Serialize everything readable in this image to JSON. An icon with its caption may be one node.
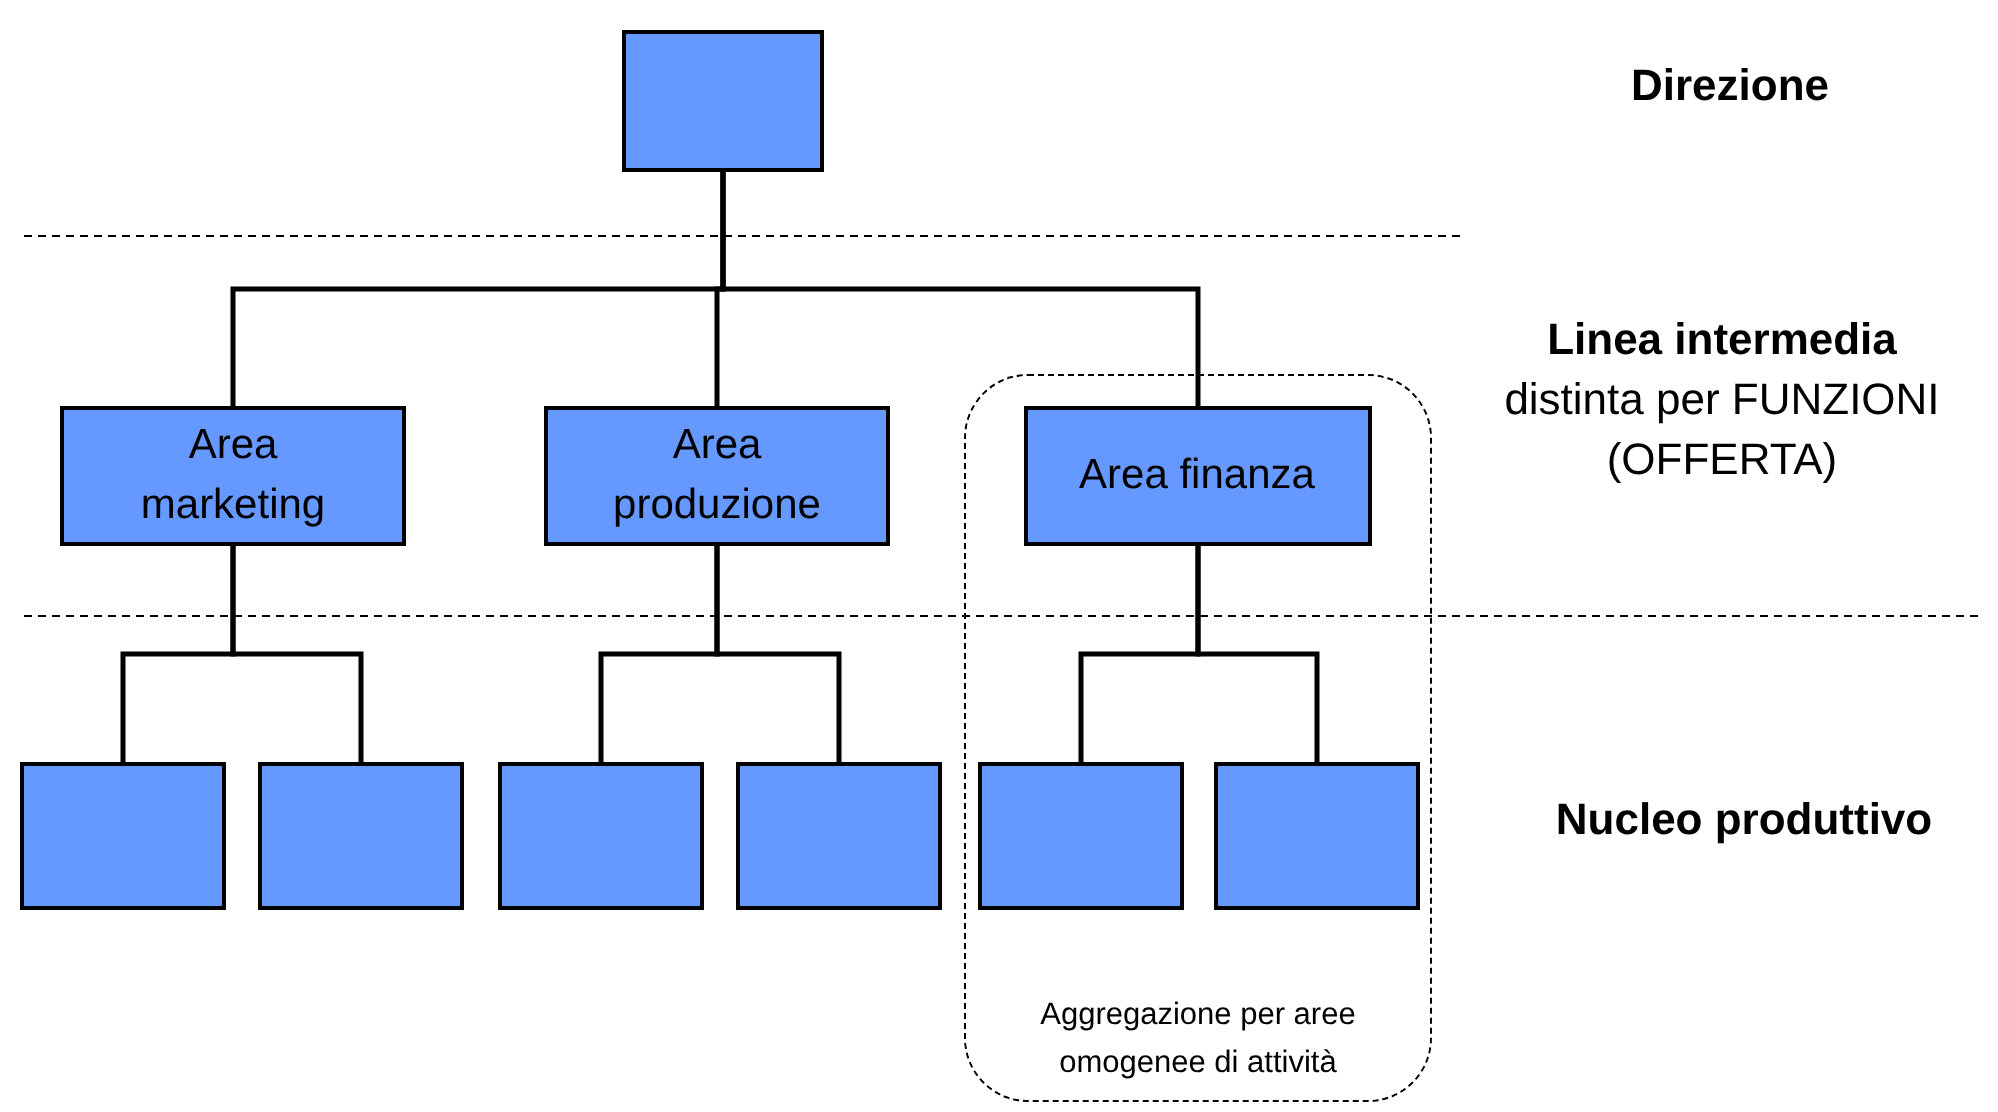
{
  "diagram": {
    "nodes": [
      {
        "text": [],
        "shape": "box"
      },
      {
        "text": [
          "Area marketing"
        ]
      },
      {
        "text": [
          "Area produzione"
        ]
      },
      {
        "text": [
          "Aggregazione per aree omogenee di attività"
        ]
      },
      {
        "text": [
          "Area finanza"
        ],
        "in": 3
      },
      {
        "text": [],
        "shape": "box"
      },
      {
        "text": [],
        "shape": "box"
      },
      {
        "text": [],
        "shape": "box"
      },
      {
        "text": [],
        "shape": "box"
      },
      {
        "text": [],
        "shape": "box",
        "in": 3
      },
      {
        "text": [],
        "shape": "box",
        "in": 3
      }
    ],
    "edges": [
      {
        "from": 0,
        "to": 1,
        "arrow": "none"
      },
      {
        "from": 0,
        "to": 2,
        "arrow": "none"
      },
      {
        "from": 0,
        "to": 4,
        "arrow": "none"
      },
      {
        "from": 1,
        "to": 5,
        "arrow": "none"
      },
      {
        "from": 1,
        "to": 6,
        "arrow": "none"
      },
      {
        "from": 2,
        "to": 7,
        "arrow": "none"
      },
      {
        "from": 2,
        "to": 8,
        "arrow": "none"
      },
      {
        "from": 4,
        "to": 9,
        "arrow": "none"
      },
      {
        "from": 4,
        "to": 10,
        "arrow": "none"
      }
    ],
    "labels": [
      "Direzione",
      "**Linea intermedia** distinta per FUNZIONI (OFFERTA)",
      "Nucleo produttivo"
    ]
  }
}
